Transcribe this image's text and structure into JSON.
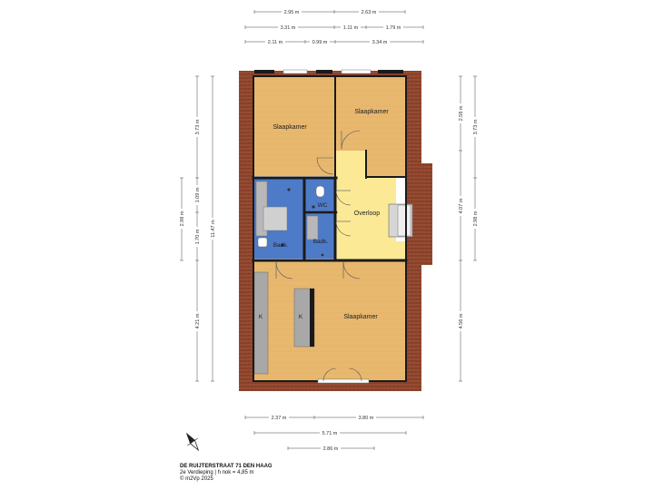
{
  "rooms": {
    "bedroom_top_left": "Slaapkamer",
    "bedroom_top_right": "Slaapkamer",
    "bedroom_bottom": "Slaapkamer",
    "landing": "Overloop",
    "wc": "WC",
    "bath_left": "Badk.",
    "bath_right": "Badk.",
    "kitchen_a": "K",
    "kitchen_b": "K"
  },
  "dimensions": {
    "top_row1_a": "2.95 m",
    "top_row1_b": "2.63 m",
    "top_row2_a": "3.31 m",
    "top_row2_b": "1.11 m",
    "top_row2_c": "1.79 m",
    "top_row3_a": "2.11 m",
    "top_row3_b": "0.99 m",
    "top_row3_c": "3.34 m",
    "left_a": "3.73 m",
    "left_b": "1.09 m",
    "left_c": "1.70 m",
    "left_d": "4.21 m",
    "left_outer_a": "2.98 m",
    "left_outer_b": "11.47 m",
    "right_a": "2.58 m",
    "right_b": "4.07 m",
    "right_c": "4.56 m",
    "right_outer_a": "3.73 m",
    "right_outer_b": "2.98 m",
    "bottom_row1_a": "2.37 m",
    "bottom_row1_b": "3.80 m",
    "bottom_row2": "5.71 m",
    "bottom_row3": "2.86 m"
  },
  "footer": {
    "address": "DE RUIJTERSTRAAT 71 DEN HAAG",
    "floor": "2e Verdieping | h nok = 4,85 m",
    "copyright": "© m2Vp 2025"
  },
  "icons": {
    "compass": "compass-north-icon"
  },
  "colors": {
    "room": "#E8B86F",
    "landing": "#FBE995",
    "bath": "#4E7BC8",
    "roof": "#9B4E33",
    "wall": "#1a1a1a"
  }
}
